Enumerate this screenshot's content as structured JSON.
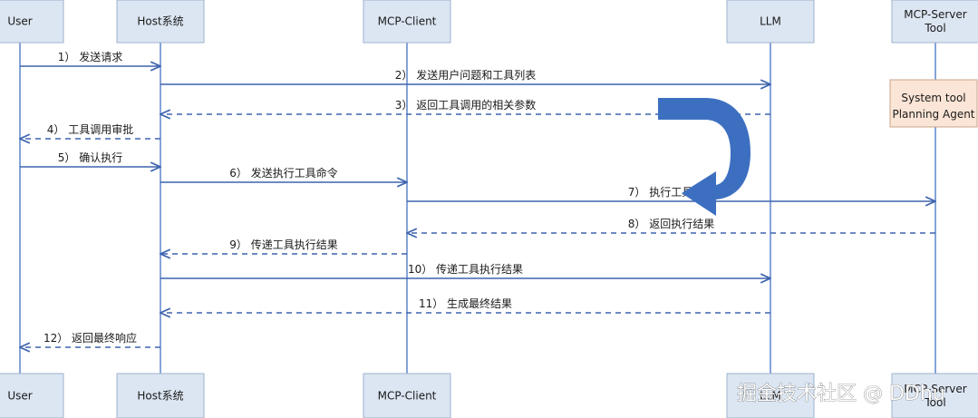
{
  "participants": [
    {
      "id": "user",
      "lines": [
        "User"
      ]
    },
    {
      "id": "host",
      "lines": [
        "Host系统"
      ]
    },
    {
      "id": "client",
      "lines": [
        "MCP-Client"
      ]
    },
    {
      "id": "llm",
      "lines": [
        "LLM"
      ]
    },
    {
      "id": "server",
      "lines": [
        "MCP-Server",
        "Tool"
      ]
    }
  ],
  "bottom_participants": [
    {
      "id": "user",
      "lines": [
        "User"
      ]
    },
    {
      "id": "host",
      "lines": [
        "Host系统"
      ]
    },
    {
      "id": "client",
      "lines": [
        "MCP-Client"
      ]
    },
    {
      "id": "llm",
      "lines": [
        "LLM"
      ]
    },
    {
      "id": "server",
      "lines": [
        "MCP-Server",
        "Tool"
      ]
    }
  ],
  "messages": [
    {
      "from": "user",
      "to": "host",
      "label": "1） 发送请求",
      "style": "solid"
    },
    {
      "from": "host",
      "to": "llm",
      "label": "2） 发送用户问题和工具列表",
      "style": "solid"
    },
    {
      "from": "llm",
      "to": "host",
      "label": "3） 返回工具调用的相关参数",
      "style": "dashed"
    },
    {
      "from": "host",
      "to": "user",
      "label": "4） 工具调用审批",
      "style": "dashed"
    },
    {
      "from": "user",
      "to": "host",
      "label": "5） 确认执行",
      "style": "solid"
    },
    {
      "from": "host",
      "to": "client",
      "label": "6） 发送执行工具命令",
      "style": "solid"
    },
    {
      "from": "client",
      "to": "server",
      "label": "7） 执行工具调用",
      "style": "solid"
    },
    {
      "from": "server",
      "to": "client",
      "label": "8） 返回执行结果",
      "style": "dashed"
    },
    {
      "from": "client",
      "to": "host",
      "label": "9） 传递工具执行结果",
      "style": "dashed"
    },
    {
      "from": "host",
      "to": "llm",
      "label": "10） 传递工具执行结果",
      "style": "solid"
    },
    {
      "from": "llm",
      "to": "host",
      "label": "11） 生成最终结果",
      "style": "dashed"
    },
    {
      "from": "host",
      "to": "user",
      "label": "12） 返回最终响应",
      "style": "dashed"
    }
  ],
  "note": {
    "lines": [
      "System tool",
      "Planning Agent"
    ]
  },
  "watermark": "掘金技术社区 @ DDhu",
  "colors": {
    "participant_fill": "#dce6f2",
    "participant_stroke": "#9db3cf",
    "lifeline": "#4472c4",
    "message": "#3e64ae",
    "note_fill": "#fbe5d6",
    "note_stroke": "#c9a58a",
    "curved_arrow": "#3d6fc0"
  }
}
